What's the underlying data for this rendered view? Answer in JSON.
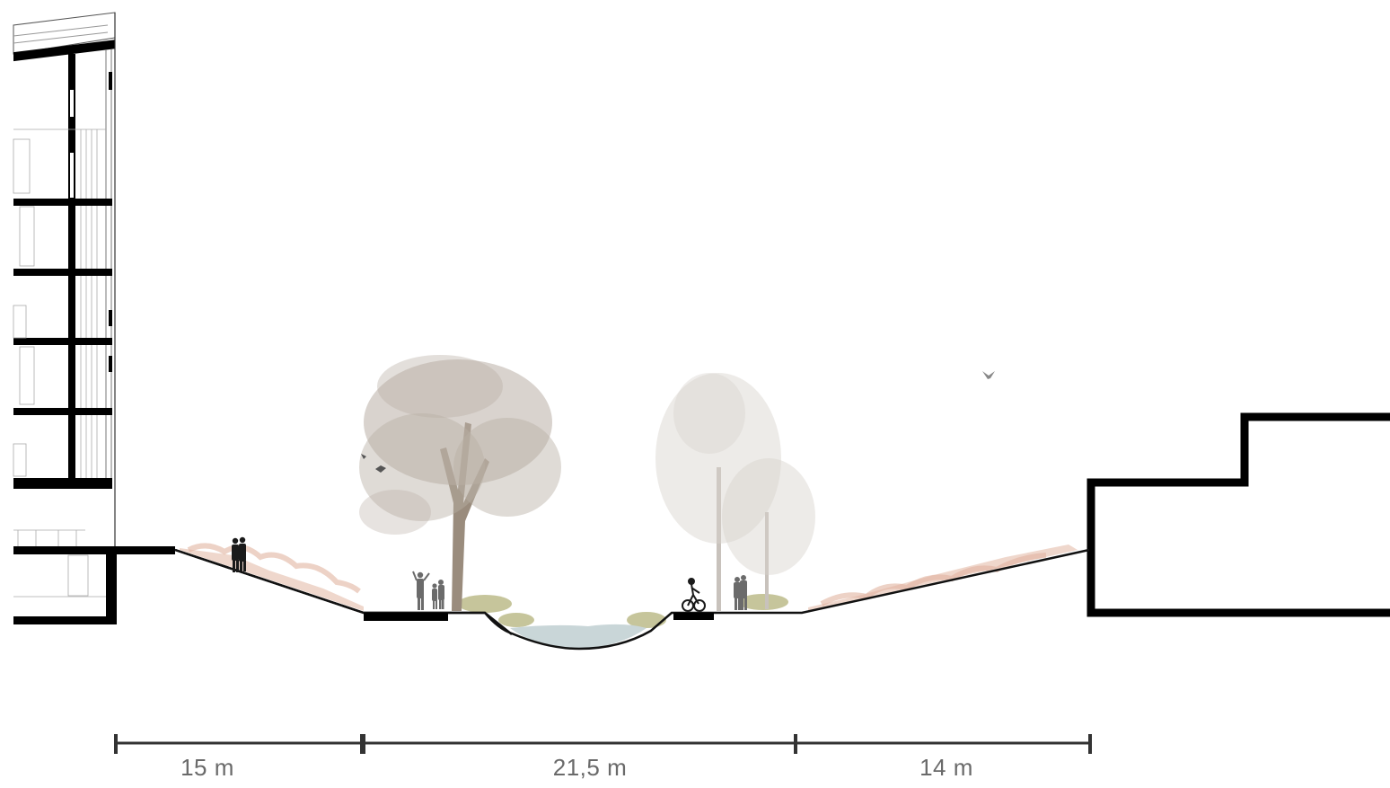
{
  "dimensions": [
    {
      "label": "15 m"
    },
    {
      "label": "21,5 m"
    },
    {
      "label": "14 m"
    }
  ],
  "colors": {
    "structure": "#000000",
    "ground_line": "#111111",
    "water": "#c9d6d8",
    "tree_canopy": "#b9afa5",
    "tree_trunk": "#9a8c7d",
    "birch": "#c8c2bc",
    "shrub_orange": "#d6957a",
    "shrub_green": "#b3b27a",
    "silhouette": "#1a1a1a",
    "silhouette_grey": "#6b6b6b",
    "dimension_line": "#333333",
    "dimension_text": "#6a6a6a"
  },
  "icons": [
    "person-silhouette",
    "family-silhouette",
    "cyclist-silhouette",
    "bird-icon"
  ]
}
